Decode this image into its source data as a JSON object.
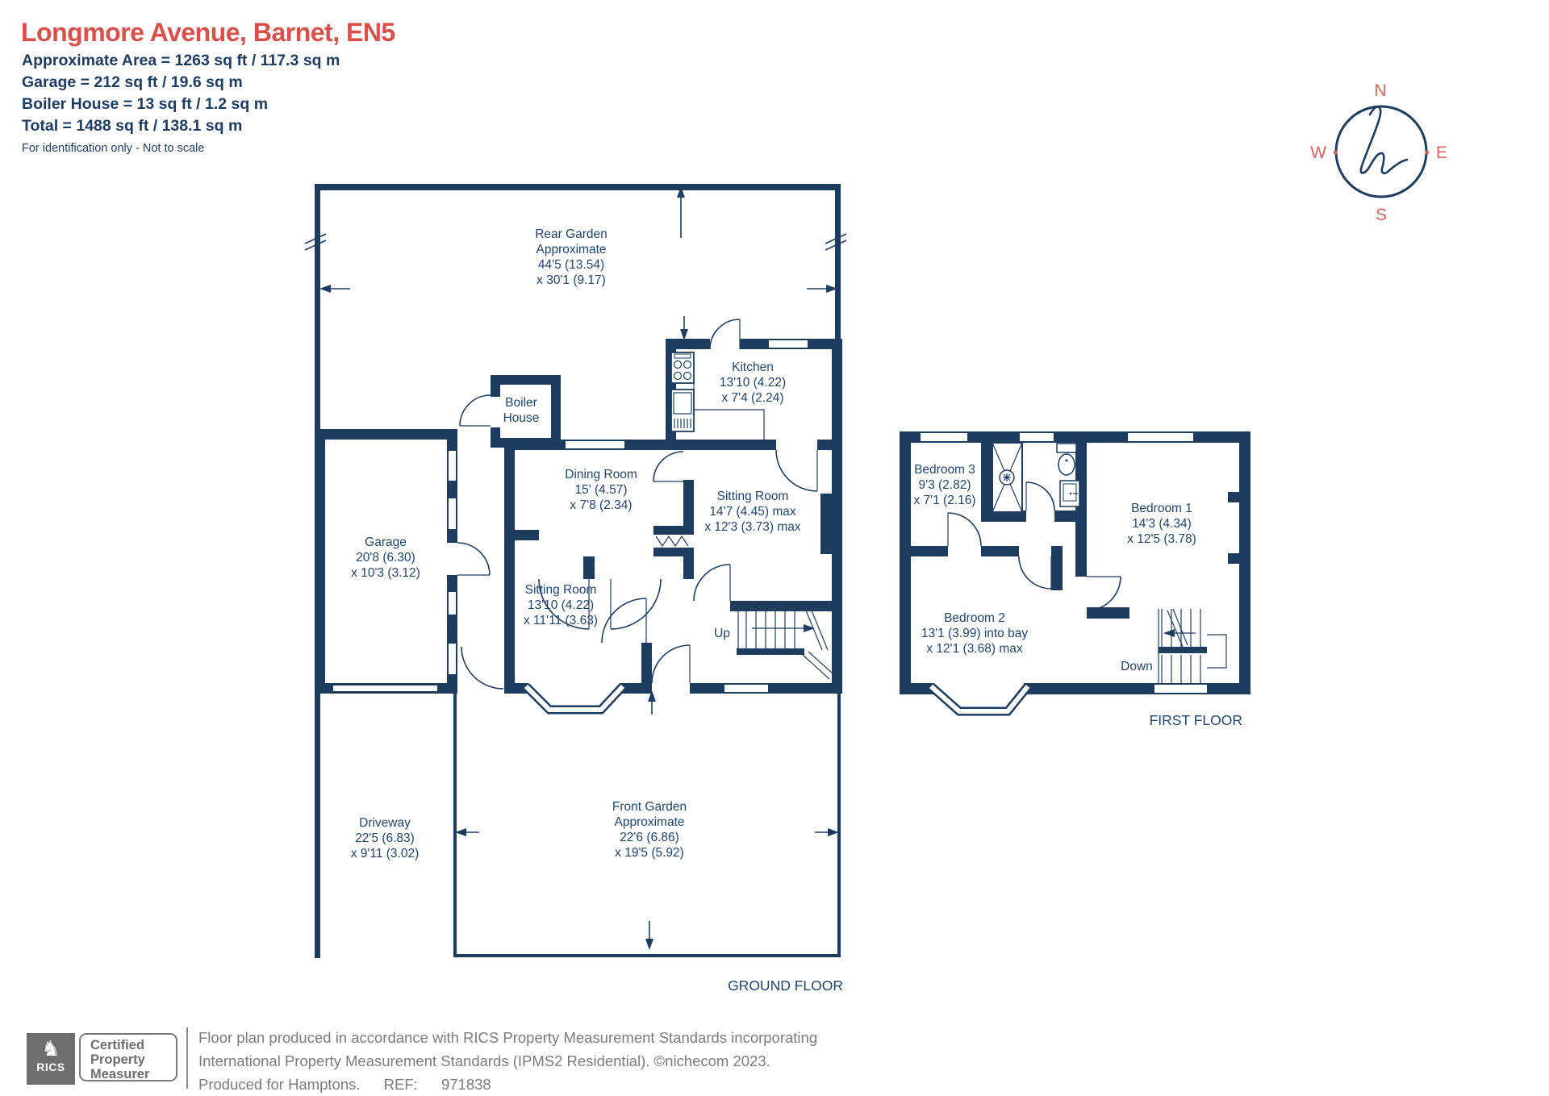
{
  "header": {
    "title": "Longmore Avenue, Barnet, EN5",
    "area_lines": [
      "Approximate Area = 1263 sq ft / 117.3 sq m",
      "Garage = 212 sq ft / 19.6 sq m",
      "Boiler House = 13 sq ft / 1.2 sq m",
      "Total = 1488 sq ft / 138.1 sq m"
    ],
    "disclaimer": "For identification only - Not to scale"
  },
  "compass": {
    "n": "N",
    "e": "E",
    "s": "S",
    "w": "W"
  },
  "gf": {
    "floor_label": "GROUND FLOOR",
    "rear_garden": [
      "Rear Garden",
      "Approximate",
      "44'5 (13.54)",
      "x 30'1 (9.17)"
    ],
    "kitchen": [
      "Kitchen",
      "13'10 (4.22)",
      "x 7'4 (2.24)"
    ],
    "boiler_house": [
      "Boiler",
      "House"
    ],
    "dining_room": [
      "Dining Room",
      "15' (4.57)",
      "x 7'8 (2.34)"
    ],
    "sitting_room_rear": [
      "Sitting Room",
      "14'7 (4.45) max",
      "x 12'3 (3.73) max"
    ],
    "sitting_room_front": [
      "Sitting Room",
      "13'10 (4.22)",
      "x 11'11 (3.63)"
    ],
    "garage": [
      "Garage",
      "20'8 (6.30)",
      "x 10'3 (3.12)"
    ],
    "driveway": [
      "Driveway",
      "22'5 (6.83)",
      "x 9'11 (3.02)"
    ],
    "front_garden": [
      "Front Garden",
      "Approximate",
      "22'6 (6.86)",
      "x 19'5 (5.92)"
    ],
    "up_label": "Up"
  },
  "ff": {
    "floor_label": "FIRST FLOOR",
    "bedroom_1": [
      "Bedroom 1",
      "14'3 (4.34)",
      "x 12'5 (3.78)"
    ],
    "bedroom_2": [
      "Bedroom 2",
      "13'1 (3.99) into bay",
      "x 12'1 (3.68) max"
    ],
    "bedroom_3": [
      "Bedroom 3",
      "9'3 (2.82)",
      "x 7'1 (2.16)"
    ],
    "down_label": "Down"
  },
  "footer": {
    "rics_label": "RICS",
    "rics_lion_icon": "♞",
    "badge_lines": [
      "Certified",
      "Property",
      "Measurer"
    ],
    "line1": "Floor plan produced in accordance with RICS Property Measurement Standards incorporating",
    "line2": "International Property Measurement Standards (IPMS2 Residential).  ©nichecom 2023.",
    "line3_produced": "Produced for Hamptons.",
    "line3_ref_label": "REF:",
    "line3_ref_value": "971838"
  },
  "colors": {
    "wall_navy": "#1e3c5f",
    "title_red": "#d9504b",
    "compass_salmon": "#d9645e",
    "footer_gray": "#7c7c7c"
  }
}
